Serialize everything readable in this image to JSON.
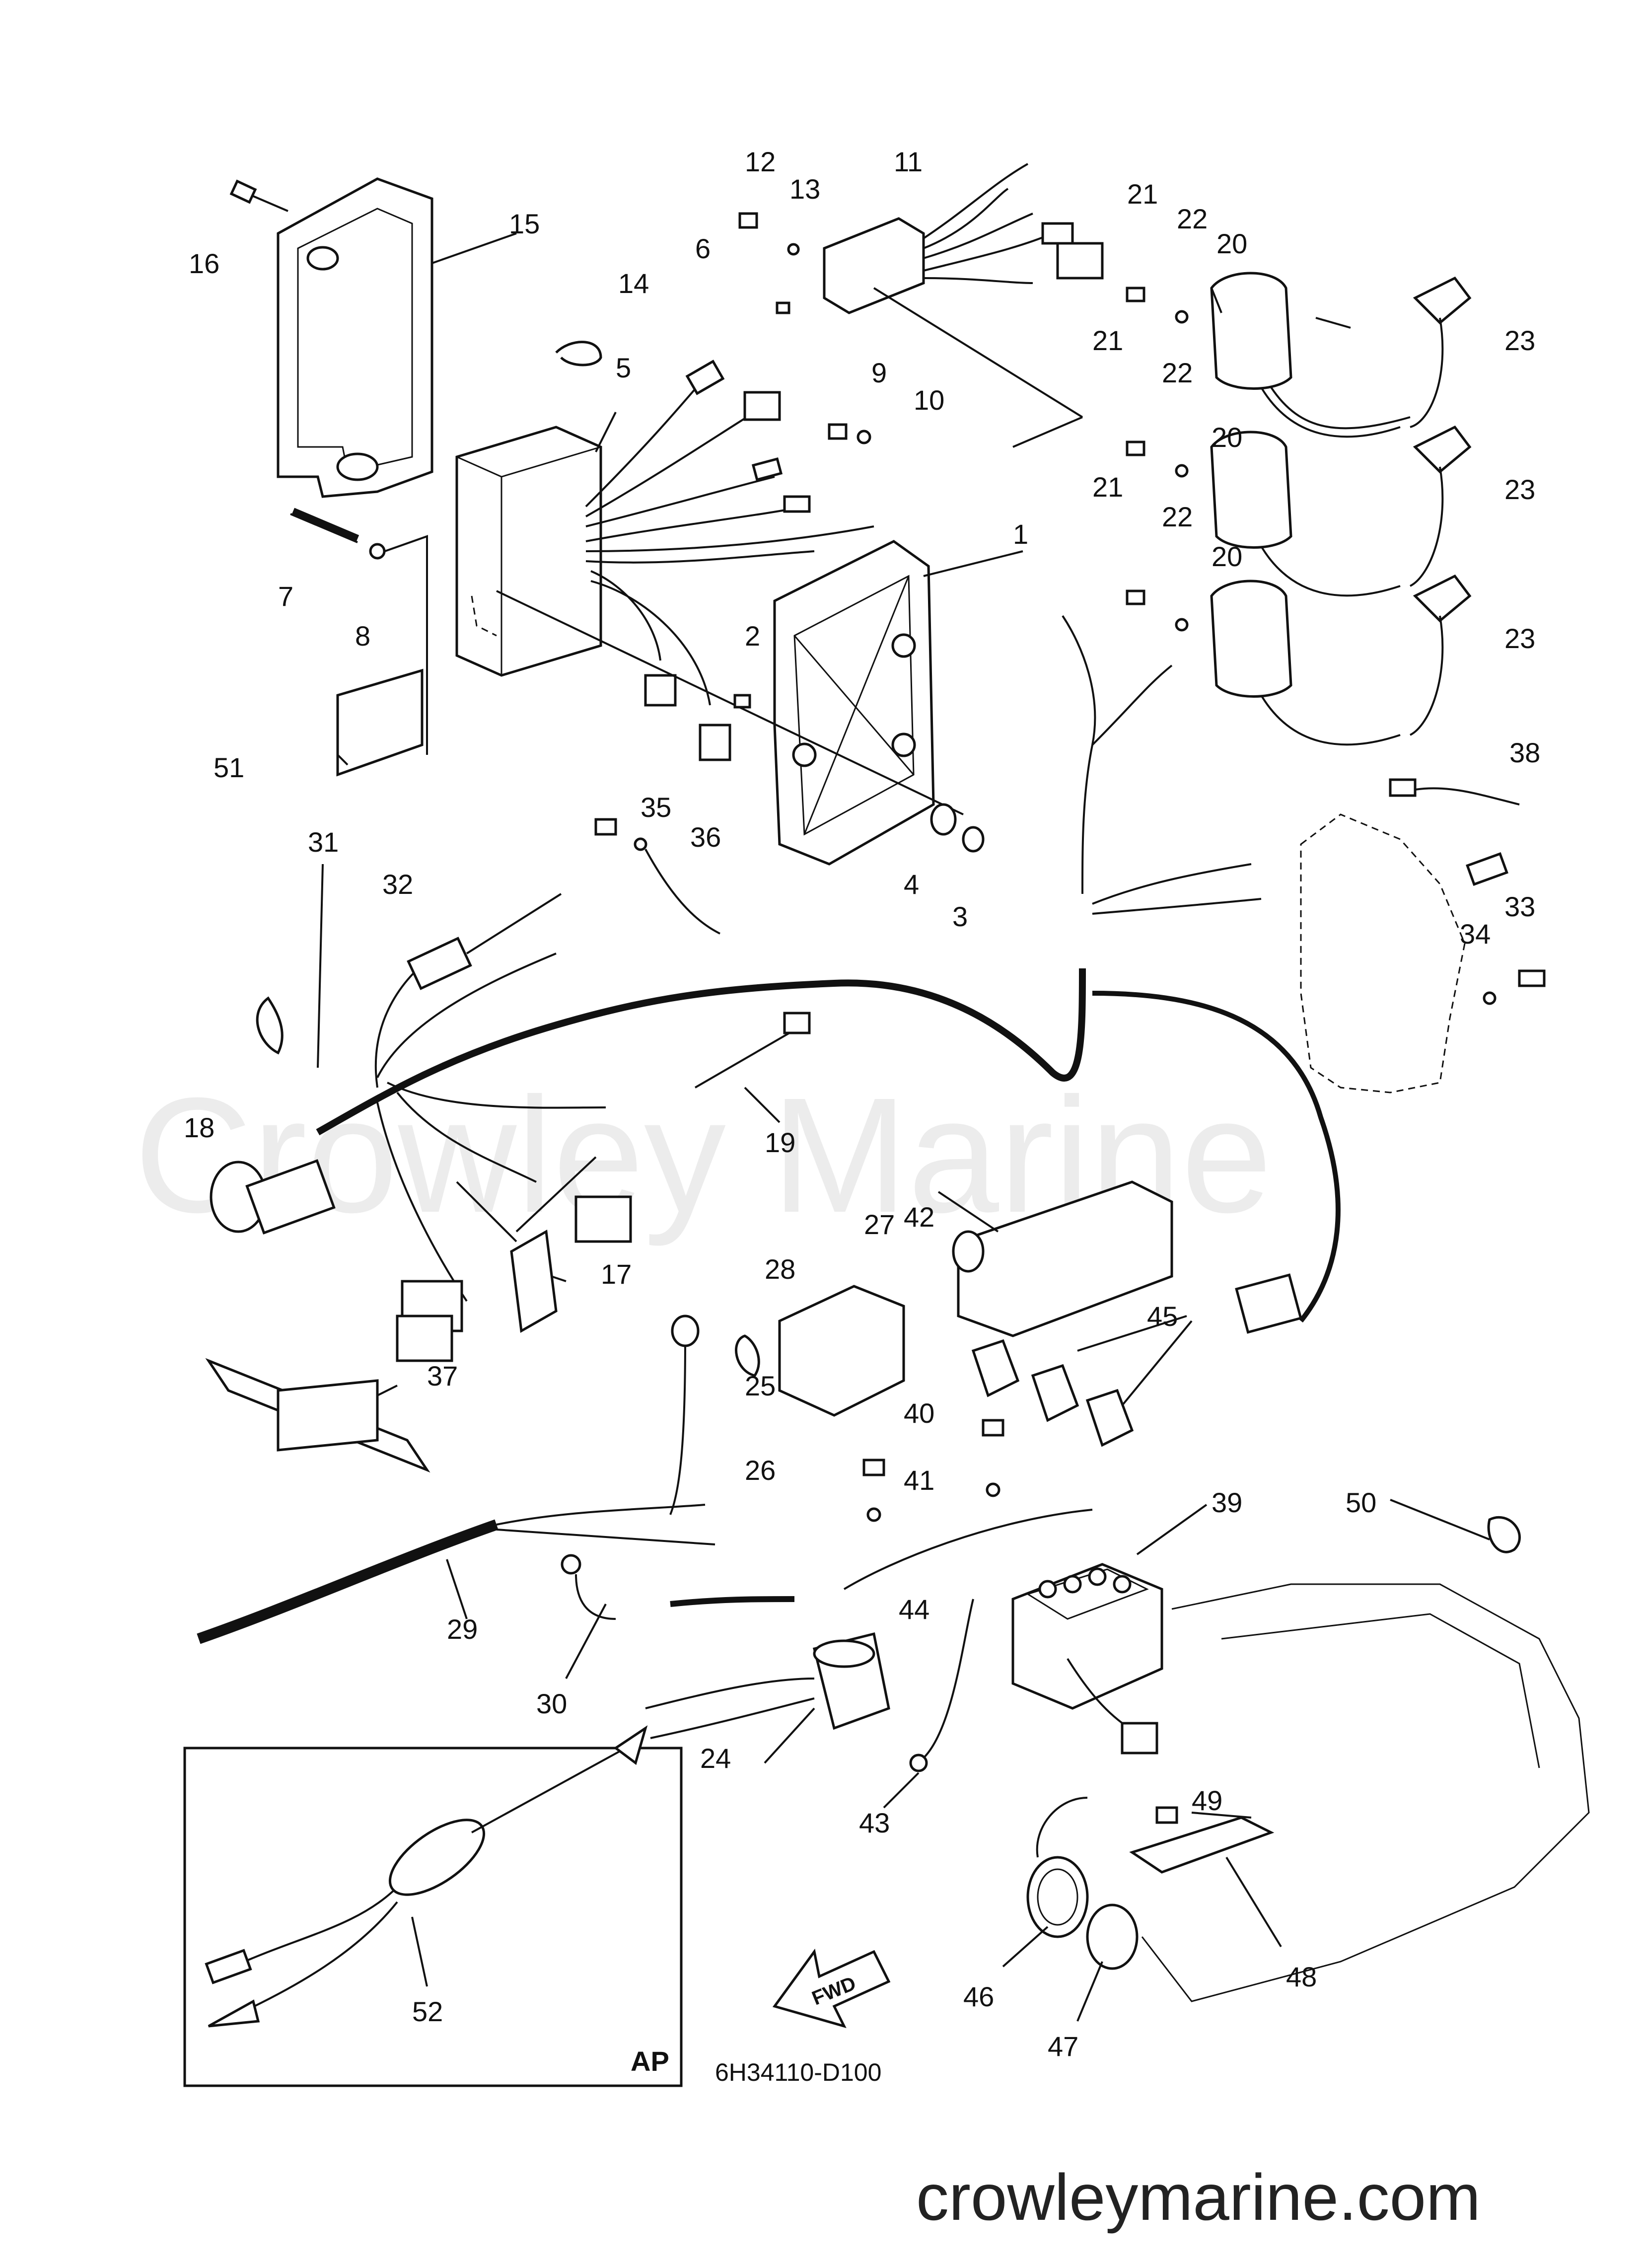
{
  "watermark": "Crowley Marine",
  "website": "crowleymarine.com",
  "diagram_code": "6H34110-D100",
  "inset_tag": "AP",
  "fwd_arrow_text": "FWD",
  "callouts": {
    "c1": "1",
    "c2": "2",
    "c3": "3",
    "c4": "4",
    "c5": "5",
    "c6": "6",
    "c7": "7",
    "c8": "8",
    "c9": "9",
    "c10": "10",
    "c11": "11",
    "c12": "12",
    "c13": "13",
    "c14": "14",
    "c15": "15",
    "c16": "16",
    "c17": "17",
    "c18": "18",
    "c19": "19",
    "c20a": "20",
    "c20b": "20",
    "c20c": "20",
    "c21a": "21",
    "c21b": "21",
    "c21c": "21",
    "c22a": "22",
    "c22b": "22",
    "c22c": "22",
    "c23a": "23",
    "c23b": "23",
    "c23c": "23",
    "c24": "24",
    "c25": "25",
    "c26": "26",
    "c27": "27",
    "c28": "28",
    "c29": "29",
    "c30": "30",
    "c31": "31",
    "c32": "32",
    "c33": "33",
    "c34": "34",
    "c35": "35",
    "c36": "36",
    "c37": "37",
    "c38": "38",
    "c39": "39",
    "c40": "40",
    "c41": "41",
    "c42": "42",
    "c43": "43",
    "c44": "44",
    "c45": "45",
    "c46": "46",
    "c47": "47",
    "c48": "48",
    "c49": "49",
    "c50": "50",
    "c51": "51",
    "c52": "52"
  }
}
